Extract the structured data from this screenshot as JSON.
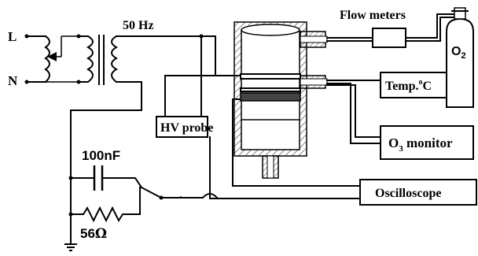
{
  "diagram": {
    "source": {
      "line_label": "L",
      "neutral_label": "N",
      "frequency_label": "50 Hz"
    },
    "probe": {
      "label": "HV probe"
    },
    "capacitor": {
      "label": "100nF"
    },
    "resistor": {
      "value": "56",
      "unit": "Ω"
    },
    "instruments": {
      "flow_meters": "Flow meters",
      "temperature": {
        "prefix": "Temp.",
        "degree": "o",
        "unit": "C"
      },
      "ozone_monitor": {
        "prefix": "O",
        "subscript": "3",
        "suffix": " monitor"
      },
      "oscilloscope": "Oscilloscope"
    },
    "gas_cylinder": {
      "symbol": "O",
      "subscript": "2"
    }
  }
}
